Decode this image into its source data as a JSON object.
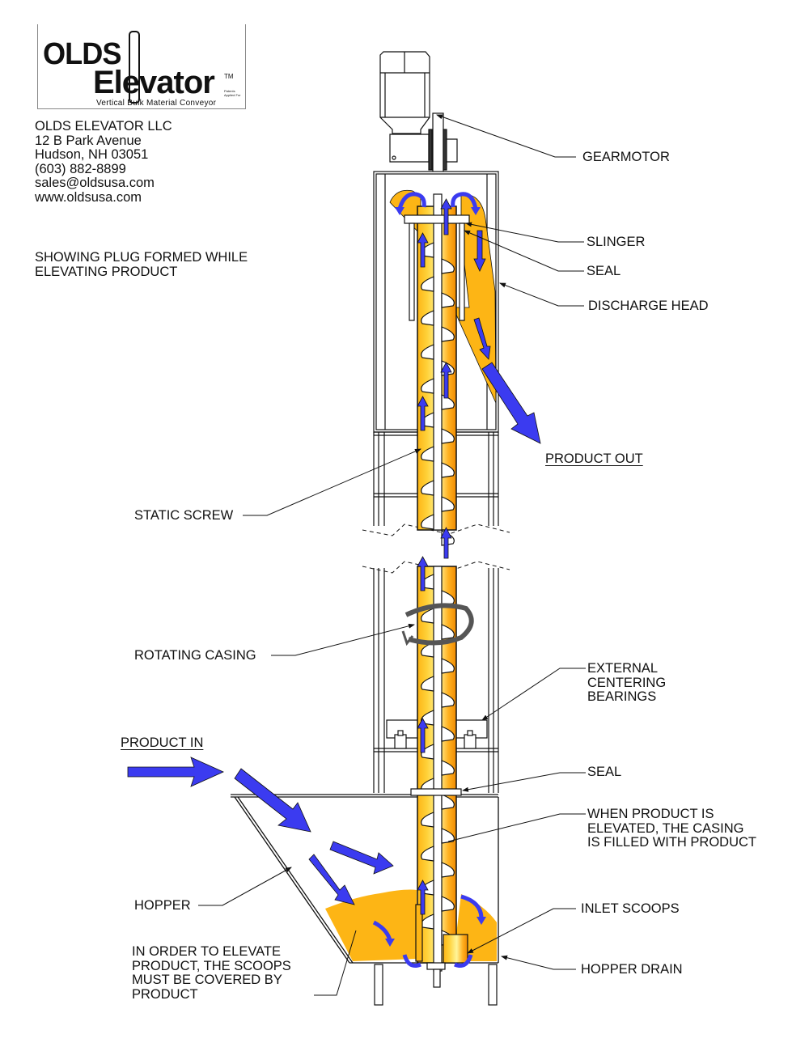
{
  "logo": {
    "word1": "OLDS",
    "word2": "Elevator",
    "trademark": "TM",
    "tagline": "Vertical Bulk Material Conveyor",
    "patent_note": "Patents Applied For"
  },
  "company": {
    "name": "OLDS ELEVATOR LLC",
    "street": "12 B Park Avenue",
    "city": "Hudson, NH 03051",
    "phone": "(603) 882-8899",
    "email": "sales@oldsusa.com",
    "website": "www.oldsusa.com"
  },
  "diagram_title": {
    "line1": "SHOWING PLUG FORMED WHILE",
    "line2": "ELEVATING PRODUCT"
  },
  "labels": {
    "gearmotor": "GEARMOTOR",
    "slinger": "SLINGER",
    "seal_top": "SEAL",
    "discharge_head": "DISCHARGE HEAD",
    "product_out": "PRODUCT OUT",
    "static_screw": "STATIC SCREW",
    "rotating_casing": "ROTATING CASING",
    "external_bearings": [
      "EXTERNAL",
      "CENTERING",
      "BEARINGS"
    ],
    "product_in": "PRODUCT IN",
    "seal_bottom": "SEAL",
    "casing_filled": [
      "WHEN PRODUCT IS",
      "ELEVATED, THE CASING",
      "IS FILLED WITH PRODUCT"
    ],
    "hopper": "HOPPER",
    "inlet_scoops": "INLET SCOOPS",
    "hopper_drain": "HOPPER DRAIN",
    "scoops_note": [
      "IN ORDER TO ELEVATE",
      "PRODUCT, THE SCOOPS",
      "MUST BE COVERED BY",
      "PRODUCT"
    ]
  },
  "colors": {
    "product": "#FDB515",
    "flow_arrow": "#3B3BF0",
    "casing_highlight": "#FFF59A",
    "casing_shade": "#F08A00",
    "rotation_arrow": "#555555",
    "line": "#111111"
  }
}
